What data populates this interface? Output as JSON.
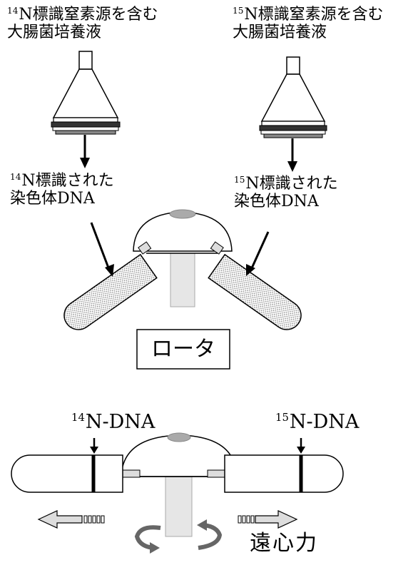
{
  "top_left": {
    "isotope_mass": "14",
    "culture_line1": "N標識窒素源を含む",
    "culture_line2": "大腸菌培養液",
    "dna_line1": "N標識された",
    "dna_line2": "染色体DNA"
  },
  "top_right": {
    "isotope_mass": "15",
    "culture_line1": "N標識窒素源を含む",
    "culture_line2": "大腸菌培養液",
    "dna_line1": "N標識された",
    "dna_line2": "染色体DNA"
  },
  "rotor_label": "ロータ",
  "bottom": {
    "left_mass": "14",
    "left_label": "N-DNA",
    "right_mass": "15",
    "right_label": "N-DNA",
    "force_label": "遠心力"
  }
}
